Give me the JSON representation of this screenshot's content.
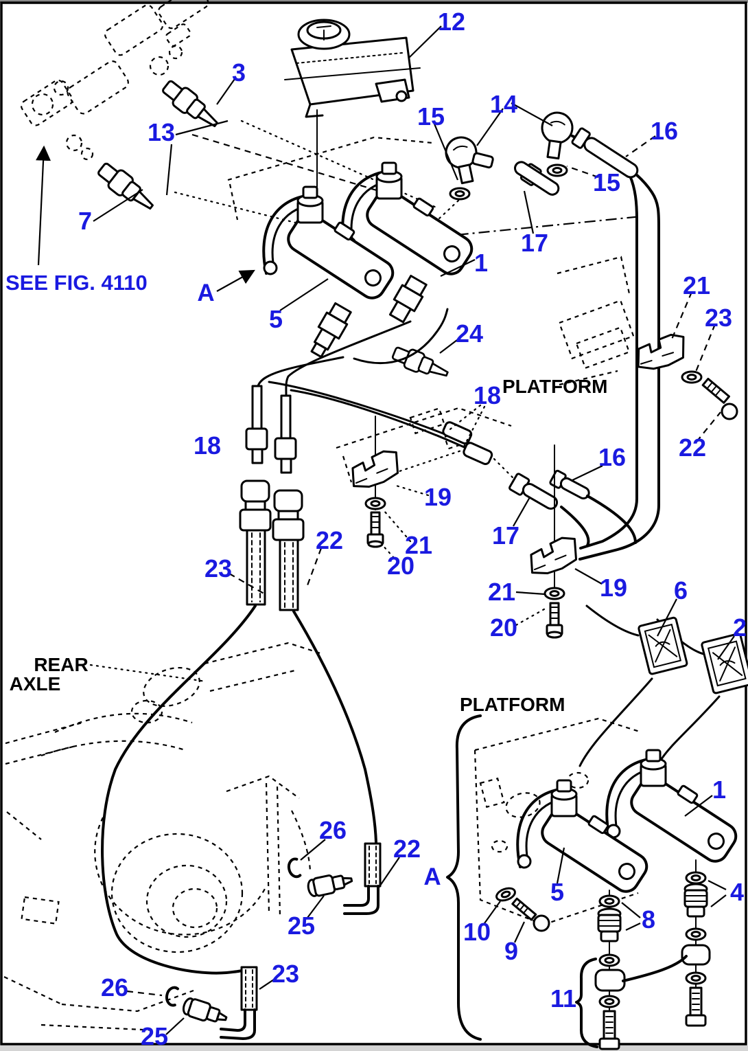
{
  "figure": {
    "see_fig_note": "SEE FIG. 4110",
    "area_labels": {
      "platform_top": "PLATFORM",
      "platform_bottom": "PLATFORM",
      "rear_axle_line1": "REAR",
      "rear_axle_line2": "AXLE"
    },
    "section_markers": {
      "top": "A",
      "bottom": "A"
    },
    "colors": {
      "callout_blue": "#1a1ae0",
      "line_black": "#000000",
      "page_bg": "#ffffff",
      "top_strip": "#8a8a8a",
      "bottom_strip": "#d4d4d4"
    }
  },
  "callouts": {
    "c12": "12",
    "c3": "3",
    "c13": "13",
    "c7": "7",
    "c15a": "15",
    "c14": "14",
    "c16a": "16",
    "c15b": "15",
    "c17a": "17",
    "c1a": "1",
    "c5a": "5",
    "c24": "24",
    "c21a": "21",
    "c23a": "23",
    "c22a": "22",
    "c18a": "18",
    "c18b": "18",
    "c16b": "16",
    "c19a": "19",
    "c17b": "17",
    "c21b": "21",
    "c20a": "20",
    "c22b": "22",
    "c23b": "23",
    "c19b": "19",
    "c21c": "21",
    "c20b": "20",
    "c6": "6",
    "c2": "2",
    "c1b": "1",
    "c26a": "26",
    "c22c": "22",
    "c25a": "25",
    "c5b": "5",
    "c4": "4",
    "c10": "10",
    "c9": "9",
    "c8": "8",
    "c11": "11",
    "c26b": "26",
    "c25b": "25",
    "c23c": "23"
  }
}
